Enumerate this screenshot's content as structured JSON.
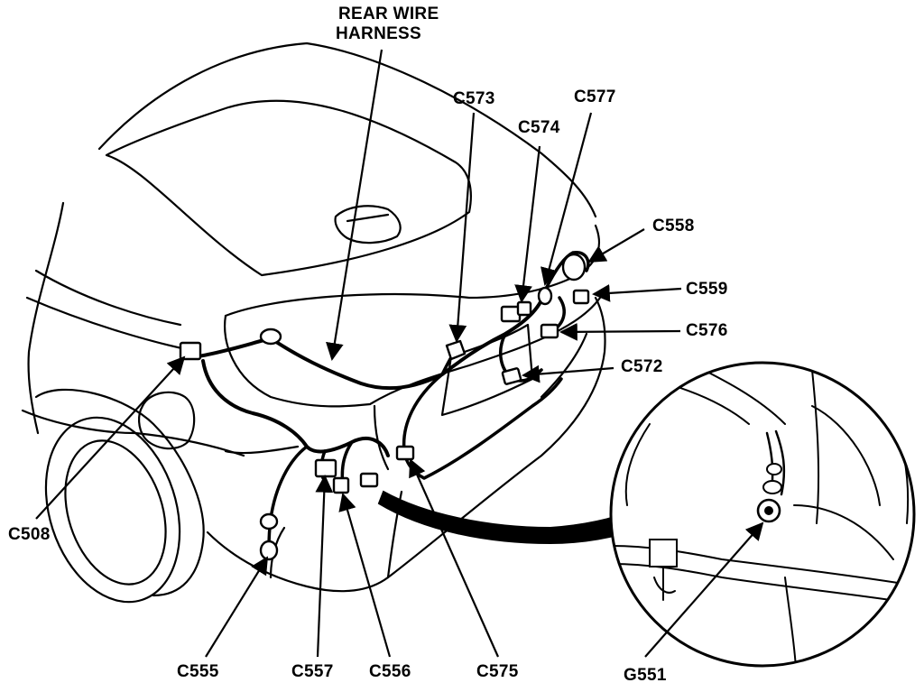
{
  "title_lines": [
    "REAR WIRE",
    "HARNESS"
  ],
  "labels": {
    "c573": "C573",
    "c577": "C577",
    "c574": "C574",
    "c558": "C558",
    "c559": "C559",
    "c576": "C576",
    "c572": "C572",
    "c508": "C508",
    "c555": "C555",
    "c557": "C557",
    "c556": "C556",
    "c575": "C575",
    "g551": "G551"
  },
  "colors": {
    "ink": "#000000",
    "paper": "#ffffff"
  }
}
